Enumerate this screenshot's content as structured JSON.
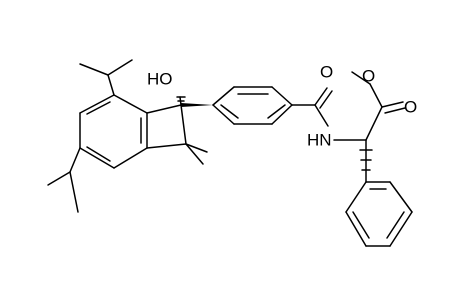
{
  "molecule": {
    "atom_labels": {
      "hydroxyl": "HO",
      "amide_nh": "HN",
      "amide_o": "O",
      "ester_o_methoxy": "O",
      "ester_o_carbonyl": "O"
    },
    "colors": {
      "bond": "#000000",
      "label": "#000000",
      "background": "#ffffff"
    }
  }
}
